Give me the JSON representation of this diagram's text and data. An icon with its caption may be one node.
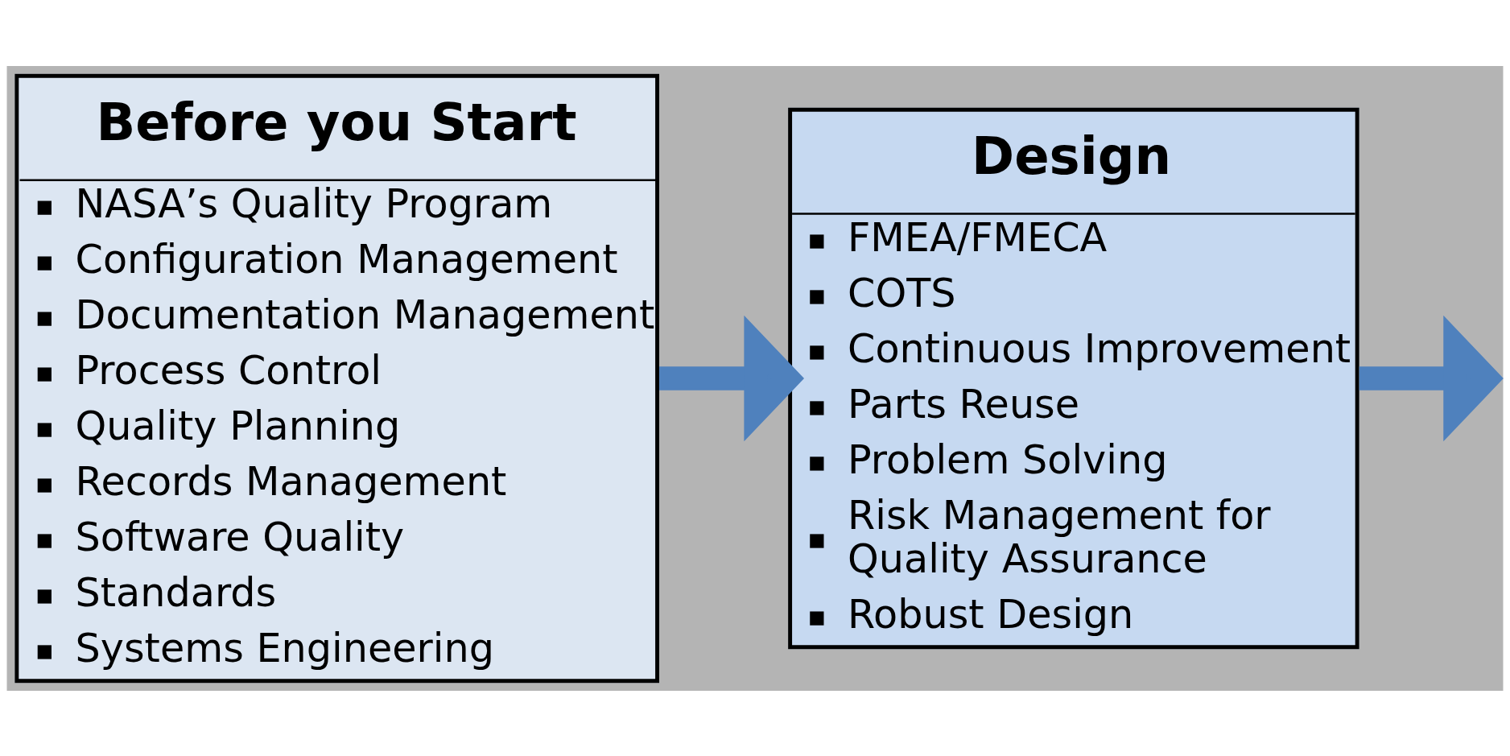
{
  "diagram": {
    "nodes": [
      {
        "text": [
          "Before you Start",
          "NASA’s Quality Program",
          "Configuration Management",
          "Documentation Management",
          "Process Control",
          "Quality Planning",
          "Records Management",
          "Software Quality",
          "Standards",
          "Systems Engineering"
        ]
      },
      {
        "text": [
          "Design",
          "FMEA/FMECA",
          "COTS",
          "Continuous Improvement",
          "Parts Reuse",
          "Problem Solving",
          "Risk Management for Quality Assurance",
          "Robust Design"
        ]
      }
    ],
    "edges": [
      {
        "from": 0,
        "to": 1,
        "arrow": "to"
      },
      {
        "from": 1,
        "to": null,
        "arrow": "to"
      }
    ]
  }
}
